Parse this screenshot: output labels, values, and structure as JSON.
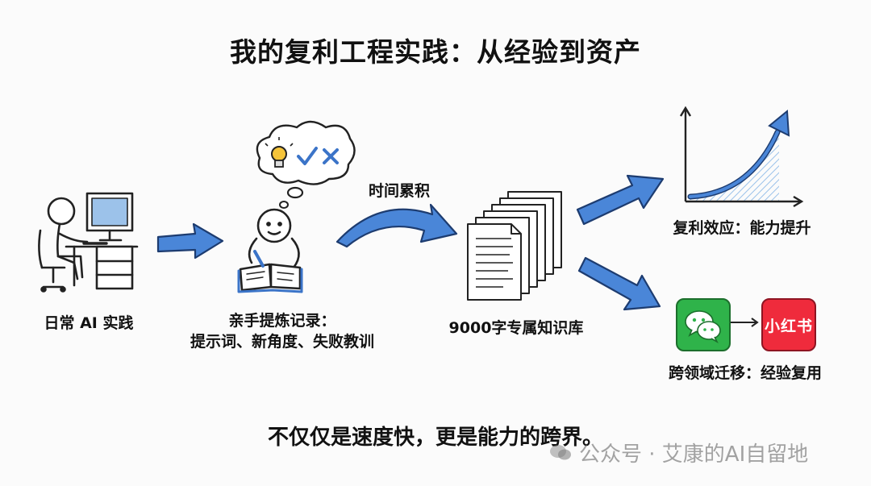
{
  "title": "我的复利工程实践：从经验到资产",
  "steps": {
    "daily_practice": "日常 AI 实践",
    "record_line1": "亲手提炼记录：",
    "record_line2": "提示词、新角度、失败教训",
    "time_accumulation": "时间累积",
    "knowledge_base": "9000字专属知识库",
    "compound_effect": "复利效应：能力提升",
    "cross_domain": "跨领域迁移：经验复用"
  },
  "apps": {
    "xiaohongshu": "小红书"
  },
  "tagline": "不仅仅是速度快，更是能力的跨界。",
  "watermark": "公众号 · 艾康的AI自留地",
  "colors": {
    "arrow_blue": "#4a86d8",
    "wechat_green": "#2fb34a",
    "xhs_red": "#ef2b3c"
  }
}
